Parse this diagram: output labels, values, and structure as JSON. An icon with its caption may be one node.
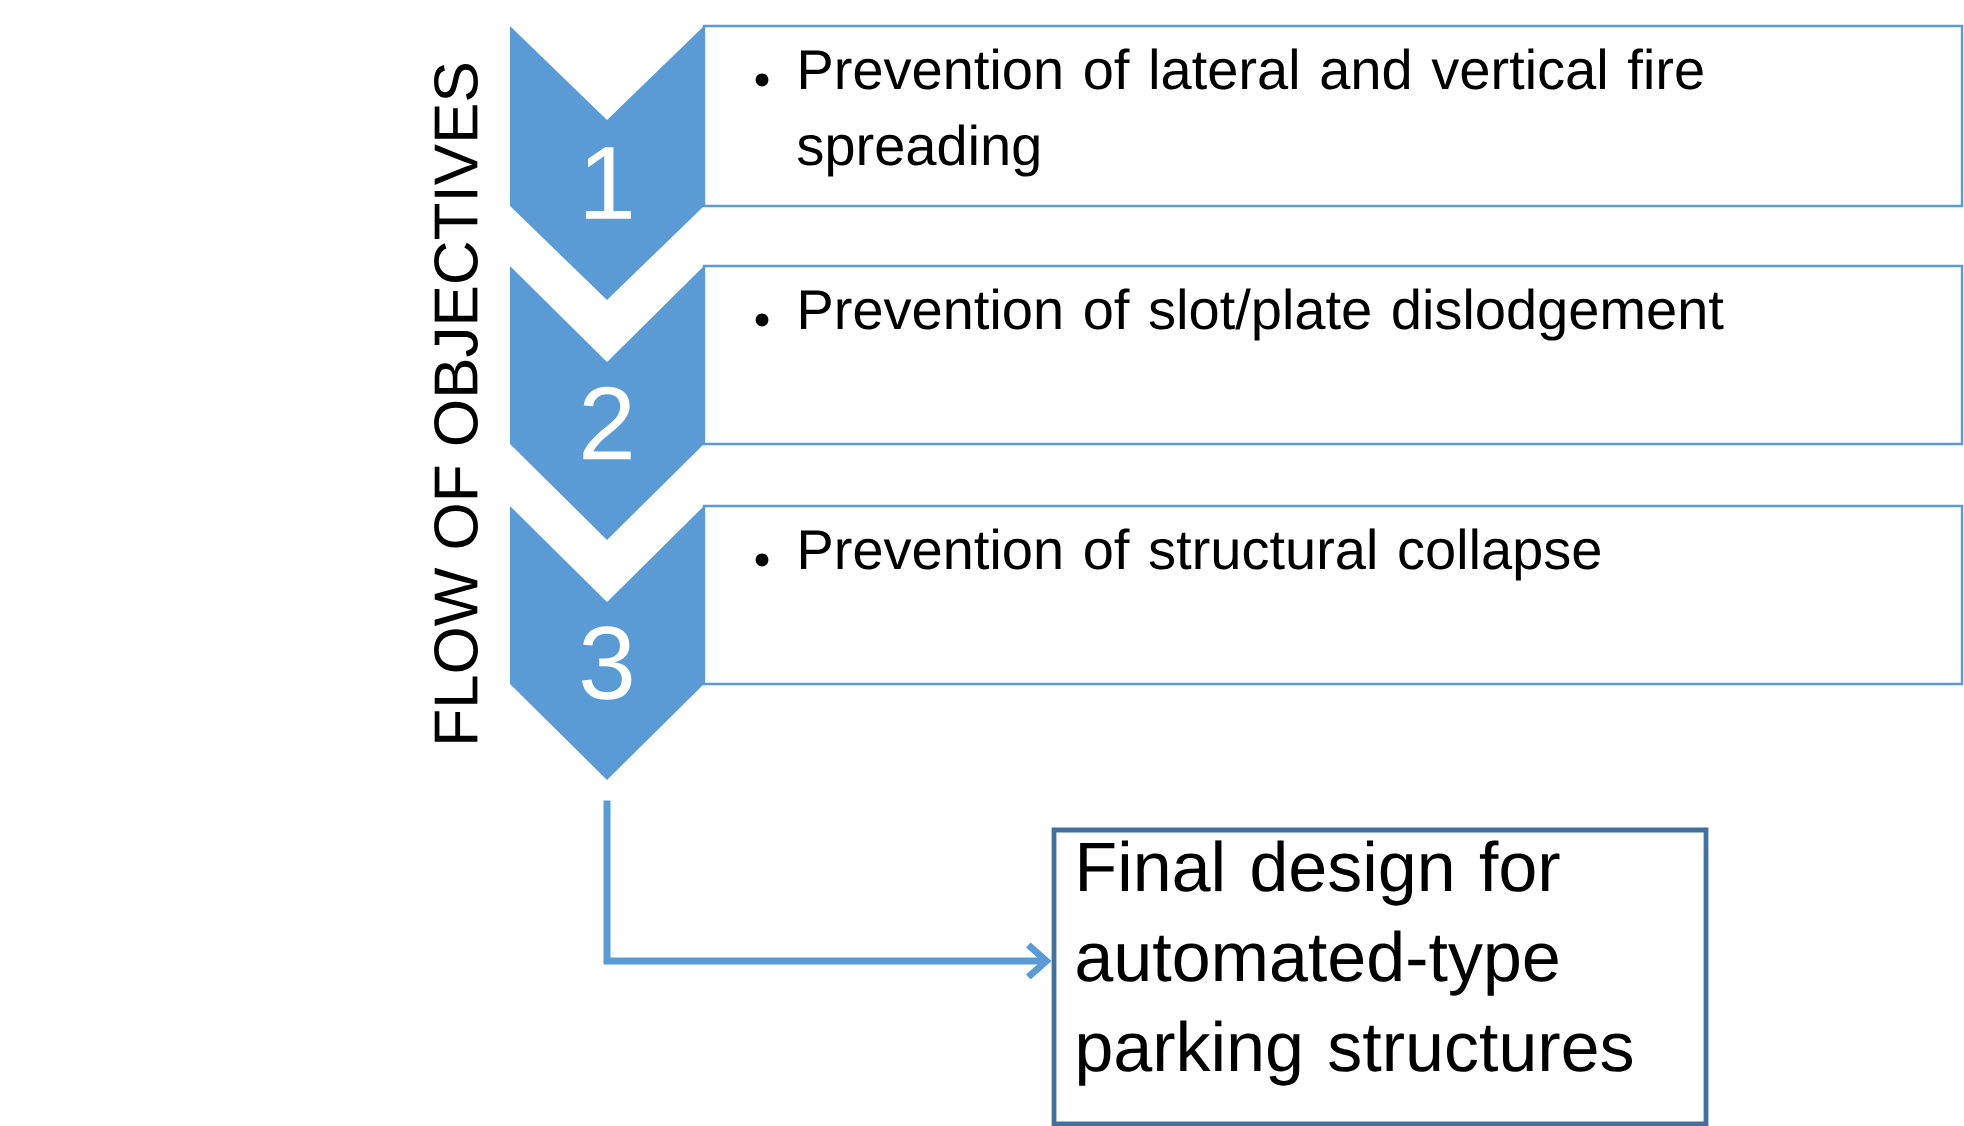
{
  "diagram": {
    "nodes": [
      {
        "text": [
          "1"
        ]
      },
      {
        "text": [
          "2"
        ]
      },
      {
        "text": [
          "3"
        ]
      },
      {
        "text": [
          "Prevention of lateral and vertical fire spreading"
        ]
      },
      {
        "text": [
          "Prevention of slot/plate dislodgement"
        ]
      },
      {
        "text": [
          "Prevention of  structural collapse"
        ]
      },
      {
        "text": [
          "Final design for automated-type parking structures"
        ]
      }
    ],
    "edges": [
      {
        "from": 2,
        "to": 6,
        "arrow": "to"
      }
    ],
    "labels": [
      "FLOW OF OBJECTIVES"
    ]
  }
}
